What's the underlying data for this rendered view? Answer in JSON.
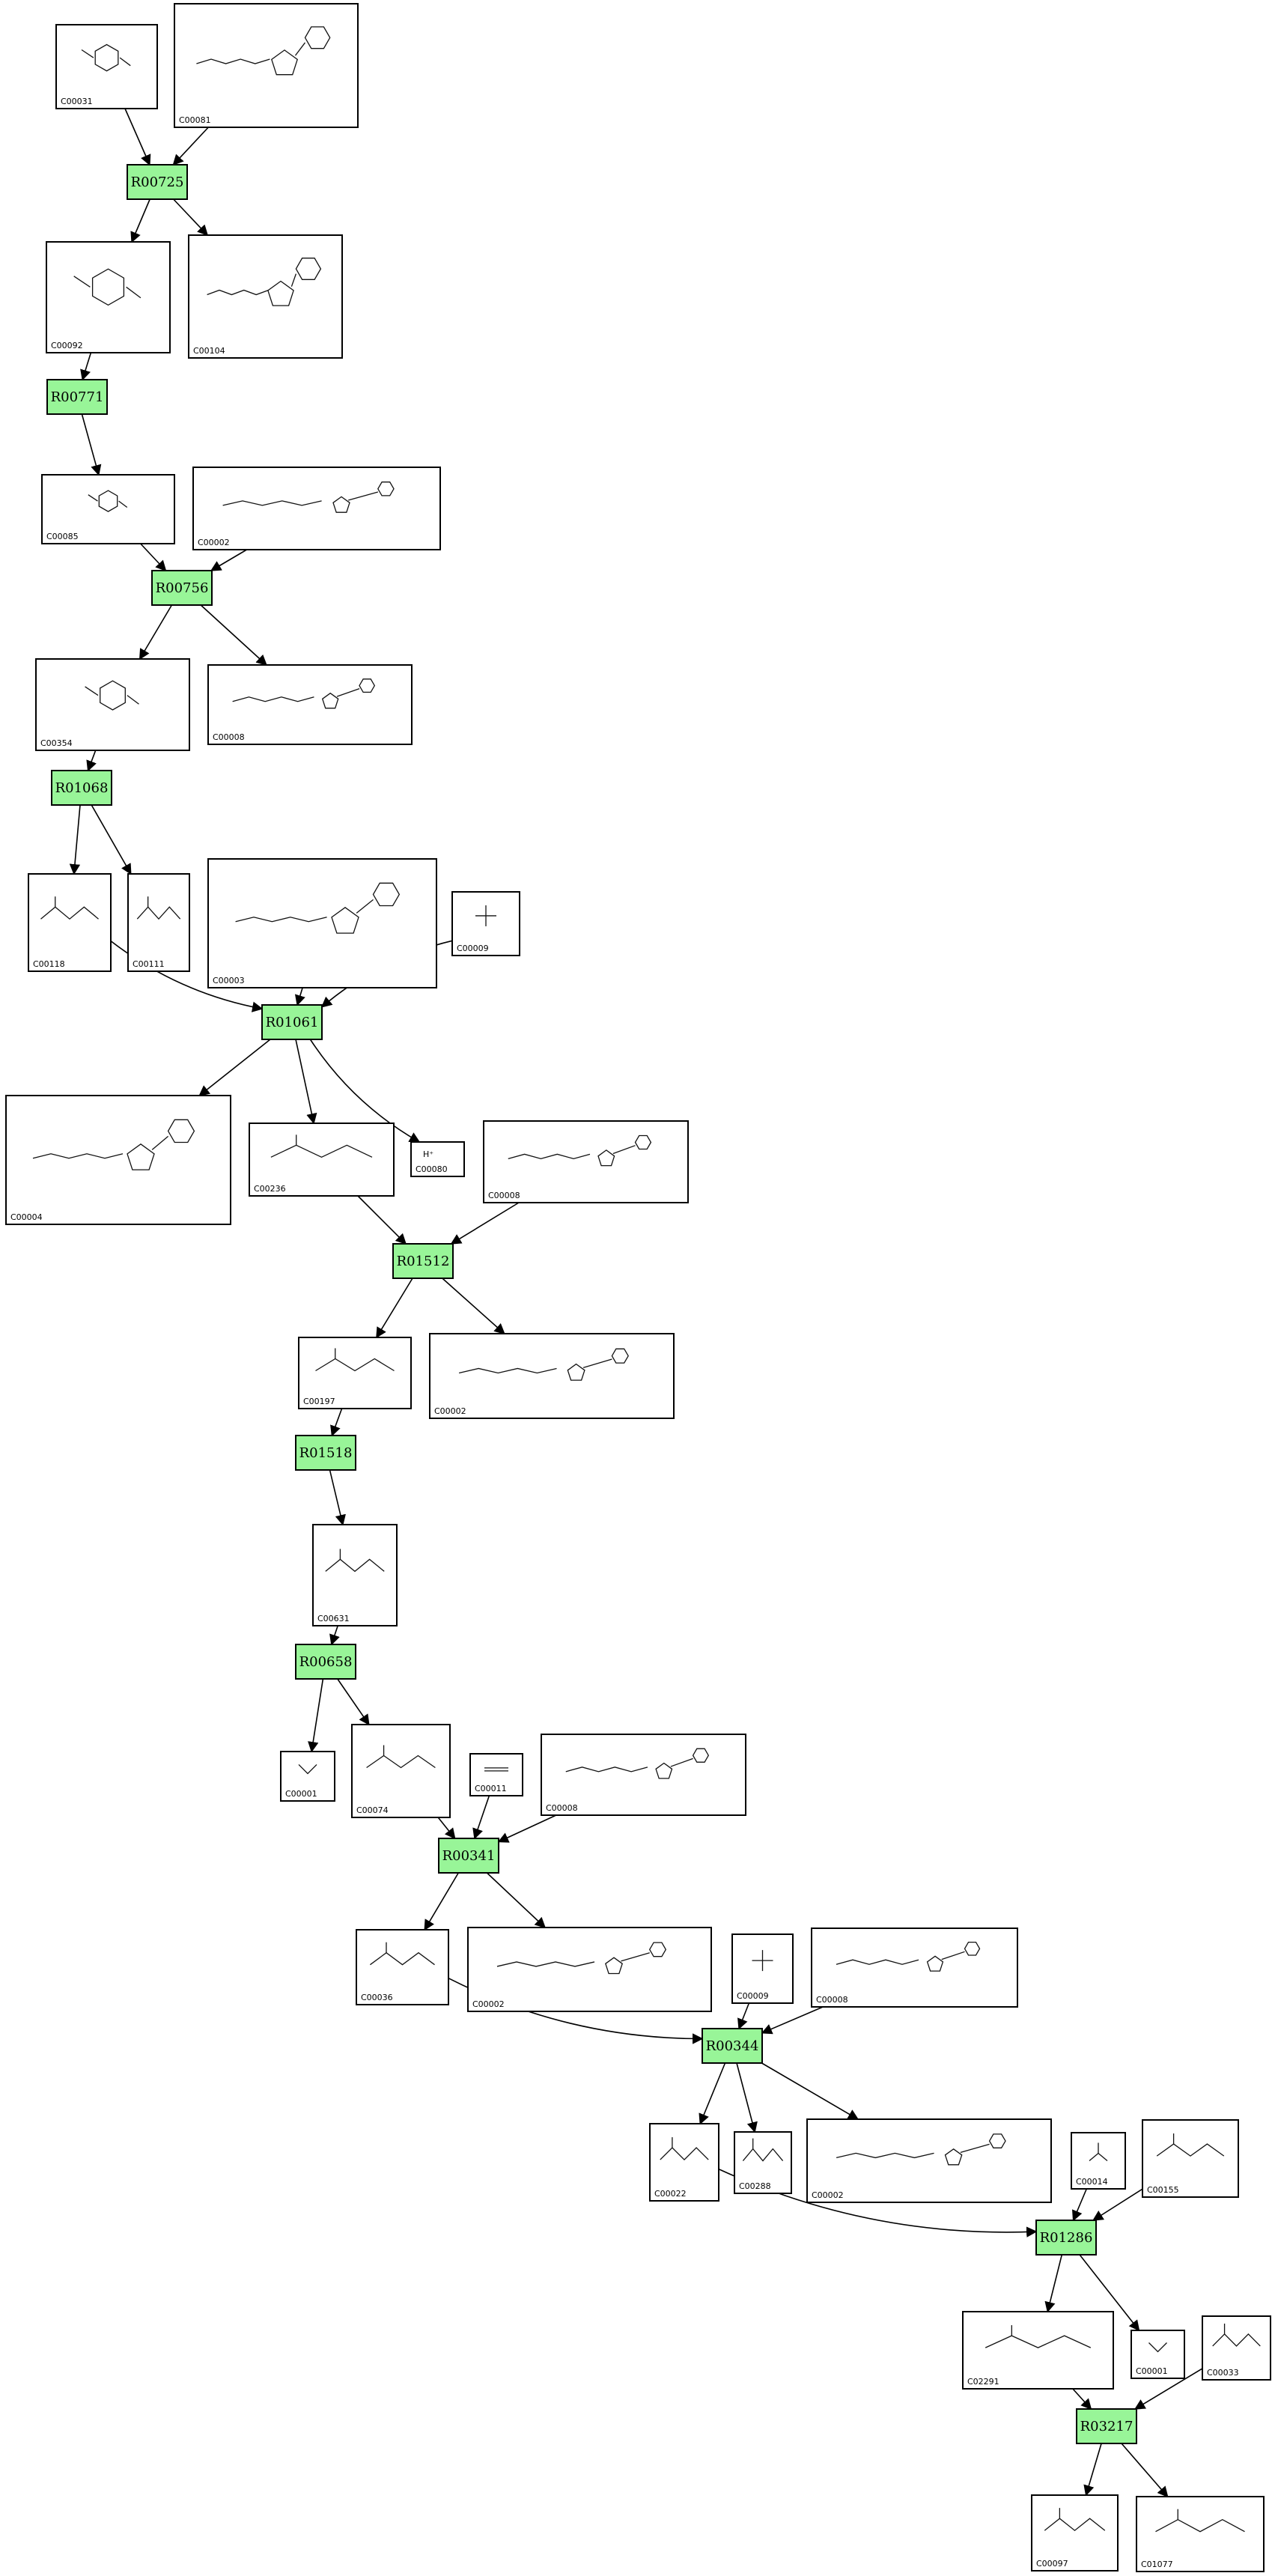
{
  "colors": {
    "reaction_fill": "#98f598",
    "border": "#000000",
    "background": "#ffffff"
  },
  "reactions": [
    "R00725",
    "R00771",
    "R00756",
    "R01068",
    "R01061",
    "R01512",
    "R01518",
    "R00658",
    "R00341",
    "R00344",
    "R01286",
    "R03217"
  ],
  "compounds": [
    {
      "id": "C00031",
      "mol": "ring"
    },
    {
      "id": "C00081",
      "mol": "nucleotide"
    },
    {
      "id": "C00092",
      "mol": "ring"
    },
    {
      "id": "C00104",
      "mol": "nucleotide"
    },
    {
      "id": "C00085",
      "mol": "ring"
    },
    {
      "id": "C00002",
      "mol": "nucleotide"
    },
    {
      "id": "C00354",
      "mol": "ring"
    },
    {
      "id": "C00008",
      "mol": "nucleotide"
    },
    {
      "id": "C00118",
      "mol": "chain"
    },
    {
      "id": "C00111",
      "mol": "chain"
    },
    {
      "id": "C00003",
      "mol": "nucleotide"
    },
    {
      "id": "C00009",
      "mol": "phosphate"
    },
    {
      "id": "C00004",
      "mol": "nucleotide"
    },
    {
      "id": "C00236",
      "mol": "chain"
    },
    {
      "id": "C00080",
      "mol": "proton",
      "text": "H⁺"
    },
    {
      "id": "C00008",
      "mol": "nucleotide"
    },
    {
      "id": "C00197",
      "mol": "chain"
    },
    {
      "id": "C00002",
      "mol": "nucleotide"
    },
    {
      "id": "C00631",
      "mol": "chain"
    },
    {
      "id": "C00001",
      "mol": "water"
    },
    {
      "id": "C00074",
      "mol": "chain"
    },
    {
      "id": "C00011",
      "mol": "co2"
    },
    {
      "id": "C00008",
      "mol": "nucleotide"
    },
    {
      "id": "C00036",
      "mol": "chain"
    },
    {
      "id": "C00002",
      "mol": "nucleotide"
    },
    {
      "id": "C00009",
      "mol": "phosphate"
    },
    {
      "id": "C00008",
      "mol": "nucleotide"
    },
    {
      "id": "C00022",
      "mol": "chain"
    },
    {
      "id": "C00288",
      "mol": "chain"
    },
    {
      "id": "C00002",
      "mol": "nucleotide"
    },
    {
      "id": "C00014",
      "mol": "ammonia"
    },
    {
      "id": "C00155",
      "mol": "chain"
    },
    {
      "id": "C02291",
      "mol": "chain"
    },
    {
      "id": "C00001",
      "mol": "water"
    },
    {
      "id": "C00033",
      "mol": "chain"
    },
    {
      "id": "C00097",
      "mol": "chain"
    },
    {
      "id": "C01077",
      "mol": "chain"
    }
  ],
  "edges": [
    {
      "from": "c0",
      "to": "r0"
    },
    {
      "from": "c1",
      "to": "r0"
    },
    {
      "from": "r0",
      "to": "c2"
    },
    {
      "from": "r0",
      "to": "c3"
    },
    {
      "from": "c2",
      "to": "r1"
    },
    {
      "from": "r1",
      "to": "c4"
    },
    {
      "from": "c4",
      "to": "r2"
    },
    {
      "from": "c5",
      "to": "r2"
    },
    {
      "from": "r2",
      "to": "c6"
    },
    {
      "from": "r2",
      "to": "c7"
    },
    {
      "from": "c6",
      "to": "r3"
    },
    {
      "from": "r3",
      "to": "c8"
    },
    {
      "from": "r3",
      "to": "c9"
    },
    {
      "from": "c8",
      "to": "r4",
      "curve": true
    },
    {
      "from": "c10",
      "to": "r4"
    },
    {
      "from": "c11",
      "to": "r4",
      "curve": true
    },
    {
      "from": "r4",
      "to": "c12"
    },
    {
      "from": "r4",
      "to": "c13"
    },
    {
      "from": "r4",
      "to": "c14",
      "curve": true
    },
    {
      "from": "c13",
      "to": "r5"
    },
    {
      "from": "c15",
      "to": "r5"
    },
    {
      "from": "r5",
      "to": "c16"
    },
    {
      "from": "r5",
      "to": "c17"
    },
    {
      "from": "c16",
      "to": "r6"
    },
    {
      "from": "r6",
      "to": "c18"
    },
    {
      "from": "c18",
      "to": "r7"
    },
    {
      "from": "r7",
      "to": "c19"
    },
    {
      "from": "r7",
      "to": "c20"
    },
    {
      "from": "c20",
      "to": "r8"
    },
    {
      "from": "c21",
      "to": "r8"
    },
    {
      "from": "c22",
      "to": "r8"
    },
    {
      "from": "r8",
      "to": "c23"
    },
    {
      "from": "r8",
      "to": "c24"
    },
    {
      "from": "c23",
      "to": "r9",
      "curve": true
    },
    {
      "from": "c25",
      "to": "r9"
    },
    {
      "from": "c26",
      "to": "r9"
    },
    {
      "from": "r9",
      "to": "c27"
    },
    {
      "from": "r9",
      "to": "c28"
    },
    {
      "from": "r9",
      "to": "c29"
    },
    {
      "from": "c27",
      "to": "r10",
      "curve": true
    },
    {
      "from": "c30",
      "to": "r10"
    },
    {
      "from": "c31",
      "to": "r10"
    },
    {
      "from": "r10",
      "to": "c32"
    },
    {
      "from": "r10",
      "to": "c33"
    },
    {
      "from": "c32",
      "to": "r11"
    },
    {
      "from": "c34",
      "to": "r11"
    },
    {
      "from": "r11",
      "to": "c35"
    },
    {
      "from": "r11",
      "to": "c36"
    }
  ]
}
